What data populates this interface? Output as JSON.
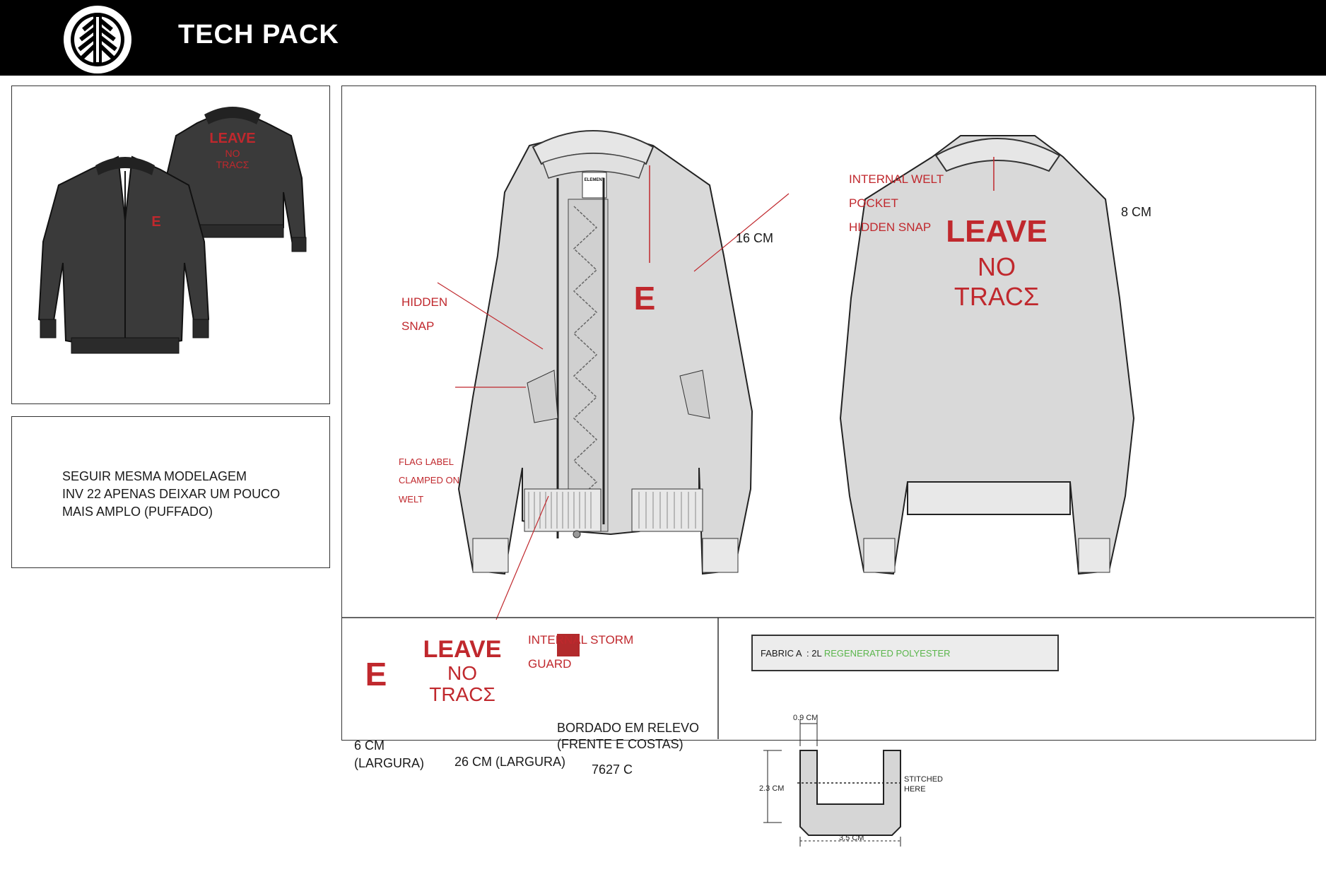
{
  "header": {
    "title": "TECH PACK",
    "brand_icon": "element-tree-logo"
  },
  "thumbnail": {
    "front_logo": "E",
    "back_graphic": [
      "LEAVE",
      "NO",
      "TRACΣ"
    ]
  },
  "notes": {
    "lines": [
      "SEGUIR MESMA MODELAGEM",
      "INV 22 APENAS DEIXAR UM POUCO",
      "MAIS AMPLO (PUFFADO)"
    ]
  },
  "front_sketch": {
    "logo": "E",
    "callouts": {
      "internal_welt_1": "INTERNAL WELT",
      "internal_welt_2": "POCKET",
      "hidden_snap_right": "HIDDEN SNAP",
      "hidden_1": "HIDDEN",
      "hidden_2": "SNAP",
      "flag_1": "FLAG LABEL",
      "flag_2": "CLAMPED ON",
      "flag_3": "WELT",
      "storm_1": "INTERNAL STORM",
      "storm_2": "GUARD",
      "measure": "16 CM",
      "tag_brand": "ELEMENT"
    }
  },
  "back_sketch": {
    "measure": "8 CM",
    "graphic": [
      "LEAVE",
      "NO",
      "TRACΣ"
    ]
  },
  "fabric": {
    "label": "FABRIC A  : 2L ",
    "value": "REGENERATED POLYESTER"
  },
  "artwork": {
    "logo": "E",
    "logo_size_1": "6 CM",
    "logo_size_2": "(LARGURA)",
    "graphic": [
      "LEAVE",
      "NO",
      "TRACΣ"
    ],
    "graphic_size": "26 CM (LARGURA)",
    "color_code": "7627 C",
    "method_1": "BORDADO EM RELEVO",
    "method_2": "(FRENTE E COSTAS)"
  },
  "welt_diagram": {
    "width_top": "0.9 CM",
    "height": "2.3 CM",
    "stitch_1": "STITCHED",
    "stitch_2": "HERE",
    "width_bottom": "3.5 CM"
  },
  "colors": {
    "accent": "#c0282d",
    "fabric_grey": "#d9d9d9",
    "fabric_text_green": "#5ab54b",
    "thumb_dark": "#3a3a3a"
  }
}
